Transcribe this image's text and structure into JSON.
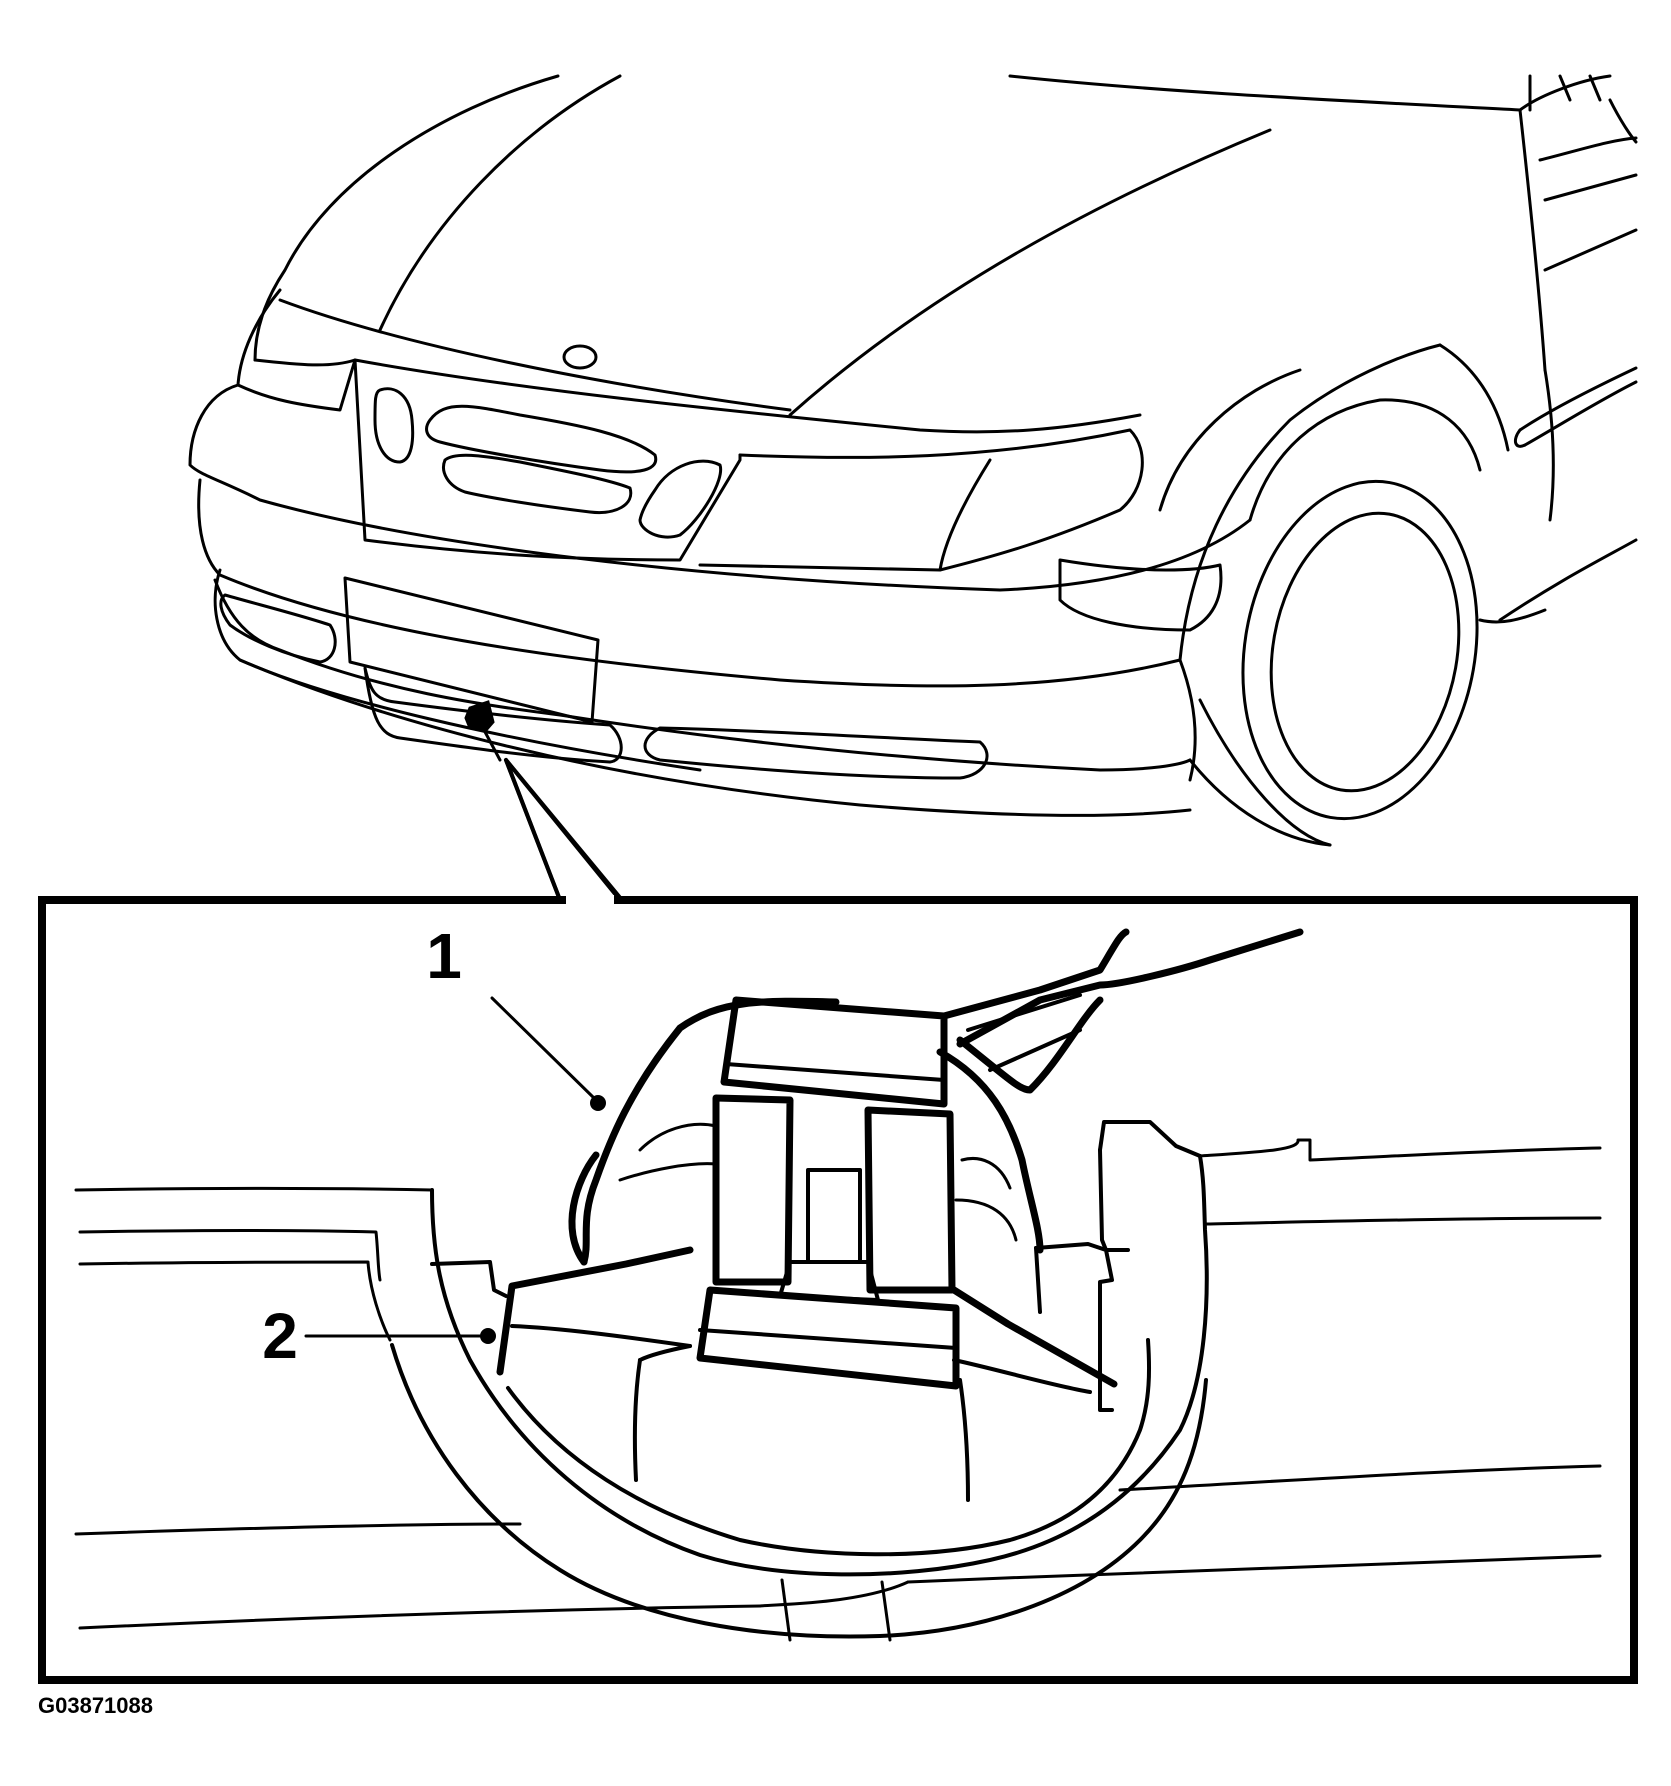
{
  "figure": {
    "callouts": [
      {
        "number": "1"
      },
      {
        "number": "2"
      }
    ],
    "figure_id": "G03871088"
  }
}
